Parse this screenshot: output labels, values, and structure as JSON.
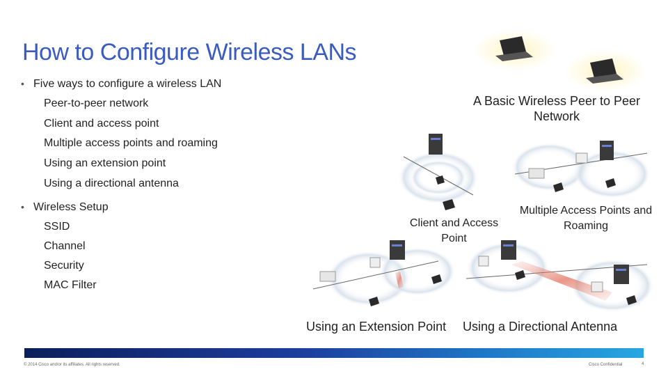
{
  "slide": {
    "title": "How to Configure Wireless LANs",
    "bullets": [
      {
        "text": "Five ways to configure a wireless LAN",
        "subitems": [
          "Peer-to-peer network",
          "Client and access point",
          "Multiple access points and roaming",
          "Using an extension point",
          "Using a directional antenna"
        ]
      },
      {
        "text": "Wireless Setup",
        "subitems": [
          "SSID",
          "Channel",
          "Security",
          "MAC Filter"
        ]
      }
    ],
    "bullet_glyph": "•"
  },
  "diagram": {
    "captions": {
      "peer": "A Basic Wireless Peer to Peer Network",
      "client_ap": "Client and Access Point",
      "multi_ap": "Multiple Access Points and Roaming",
      "extension": "Using an Extension Point",
      "directional": "Using a Directional Antenna"
    }
  },
  "footer": {
    "copyright": "© 2014 Cisco and/or its affiliates. All rights reserved.",
    "confidential": "Cisco Confidential",
    "page": "4"
  },
  "colors": {
    "title": "#3a5bbf",
    "footer_dark": "#0b1f5b",
    "footer_light": "#27a7e0"
  }
}
